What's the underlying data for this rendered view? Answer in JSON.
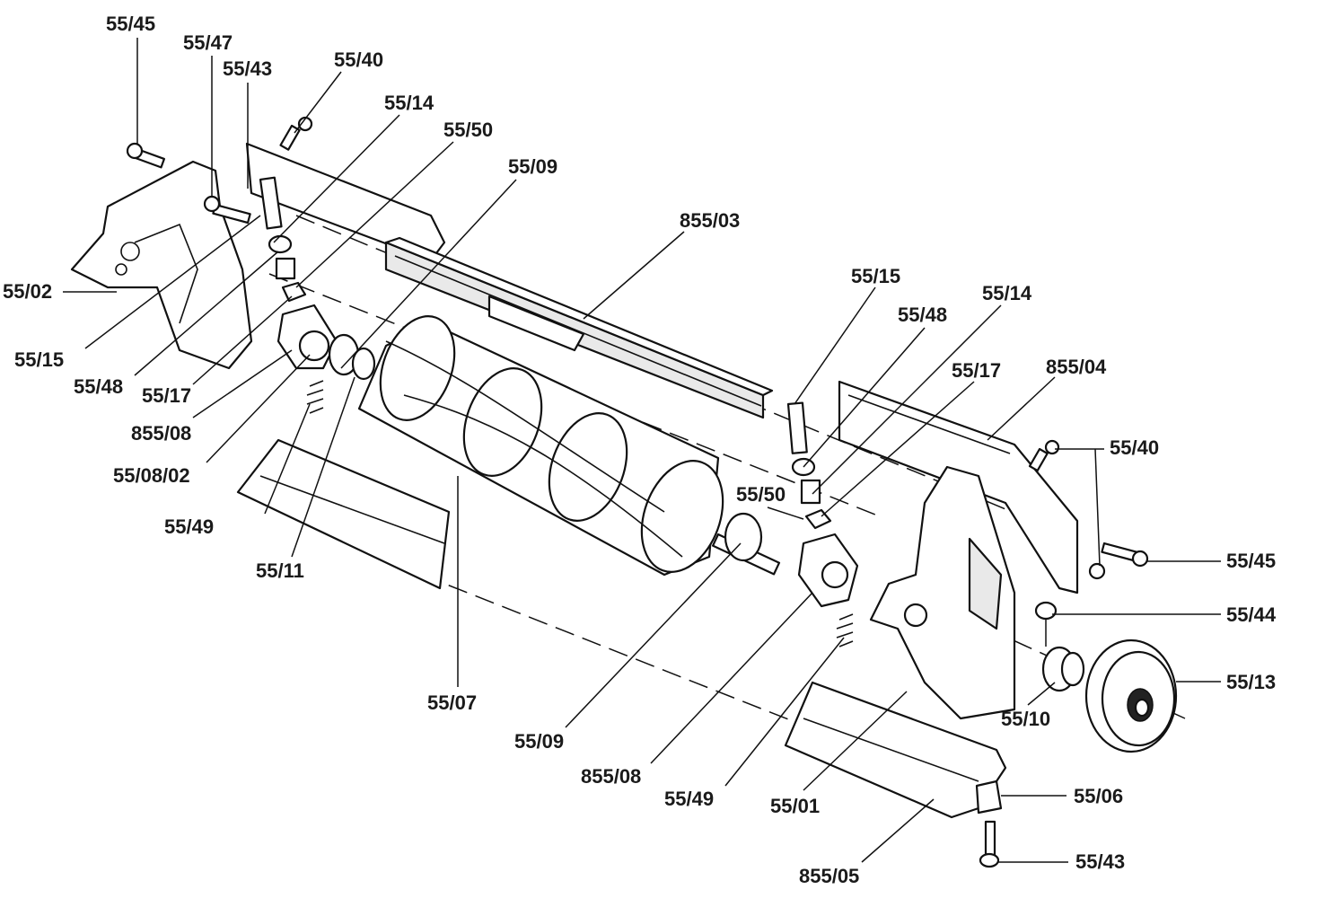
{
  "labels": {
    "l_55_45_a": "55/45",
    "l_55_47": "55/47",
    "l_55_43_a": "55/43",
    "l_55_40_a": "55/40",
    "l_55_14_a": "55/14",
    "l_55_50_a": "55/50",
    "l_55_09_a": "55/09",
    "l_855_03": "855/03",
    "l_55_02": "55/02",
    "l_55_15_a": "55/15",
    "l_55_48_a": "55/48",
    "l_55_17_a": "55/17",
    "l_855_08_a": "855/08",
    "l_55_08_02": "55/08/02",
    "l_55_49_a": "55/49",
    "l_55_11": "55/11",
    "l_55_07": "55/07",
    "l_55_09_b": "55/09",
    "l_855_08_b": "855/08",
    "l_55_49_b": "55/49",
    "l_55_01": "55/01",
    "l_855_05": "855/05",
    "l_55_15_b": "55/15",
    "l_55_48_b": "55/48",
    "l_55_14_b": "55/14",
    "l_55_17_b": "55/17",
    "l_855_04": "855/04",
    "l_55_40_b": "55/40",
    "l_55_50_b": "55/50",
    "l_55_45_b": "55/45",
    "l_55_44": "55/44",
    "l_55_13": "55/13",
    "l_55_10": "55/10",
    "l_55_06": "55/06",
    "l_55_43_b": "55/43"
  }
}
